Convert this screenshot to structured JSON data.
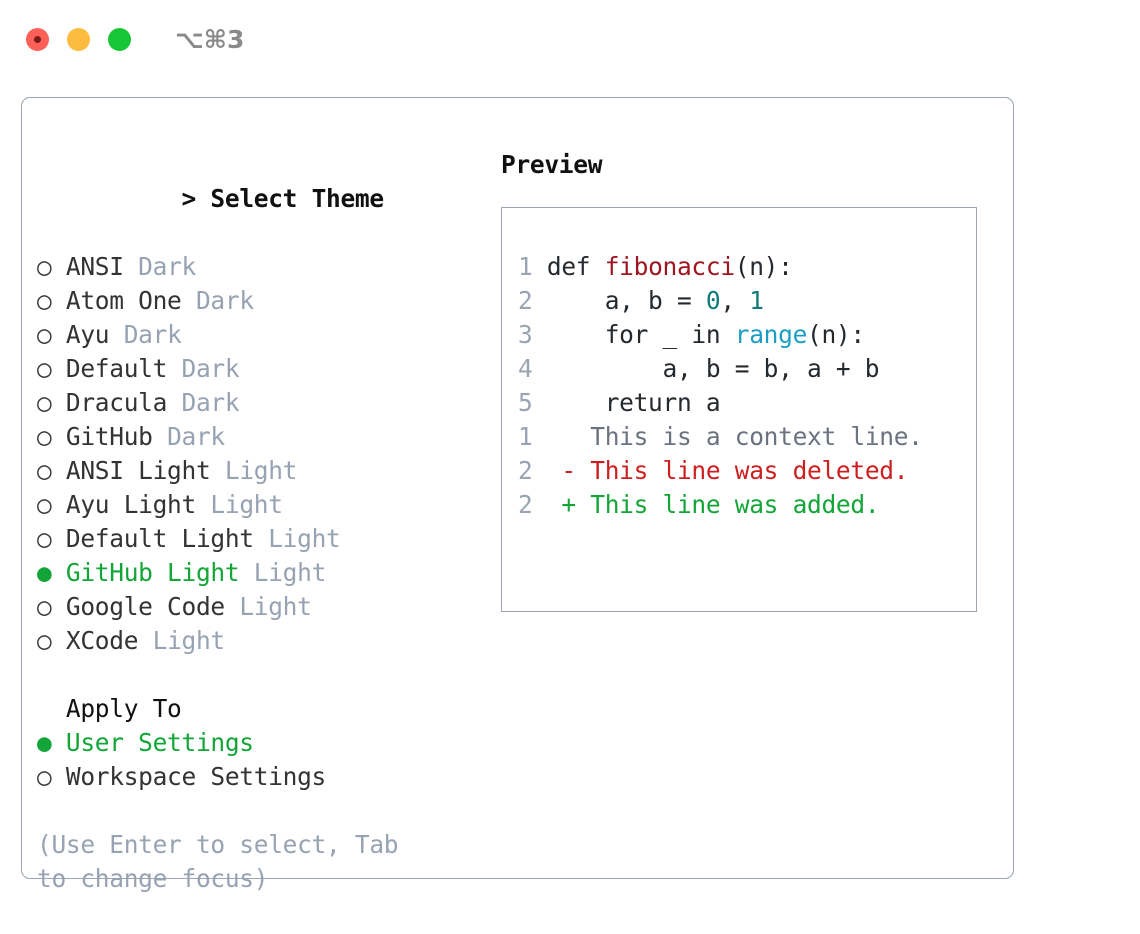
{
  "titlebar": {
    "shortcut": "⌥⌘3",
    "buttons": {
      "close": "close",
      "minimize": "minimize",
      "maximize": "maximize"
    }
  },
  "colors": {
    "accent_green": "#13a538",
    "muted": "#97a2b2",
    "border": "#9aa4b2",
    "code_func": "#9e1621",
    "code_num": "#0f7b7b",
    "code_builtin": "#1c9ec4",
    "diff_delete": "#cc1f1f",
    "diff_add": "#13a538"
  },
  "theme_list": {
    "header_prefix": "> ",
    "header": "Select Theme",
    "bullet_unselected": "○ ",
    "bullet_selected": "● ",
    "items": [
      {
        "name": "ANSI",
        "tag": "Dark",
        "selected": false
      },
      {
        "name": "Atom One",
        "tag": "Dark",
        "selected": false
      },
      {
        "name": "Ayu",
        "tag": "Dark",
        "selected": false
      },
      {
        "name": "Default",
        "tag": "Dark",
        "selected": false
      },
      {
        "name": "Dracula",
        "tag": "Dark",
        "selected": false
      },
      {
        "name": "GitHub",
        "tag": "Dark",
        "selected": false
      },
      {
        "name": "ANSI Light",
        "tag": "Light",
        "selected": false
      },
      {
        "name": "Ayu Light",
        "tag": "Light",
        "selected": false
      },
      {
        "name": "Default Light",
        "tag": "Light",
        "selected": false
      },
      {
        "name": "GitHub Light",
        "tag": "Light",
        "selected": true
      },
      {
        "name": "Google Code",
        "tag": "Light",
        "selected": false
      },
      {
        "name": "XCode",
        "tag": "Light",
        "selected": false
      }
    ]
  },
  "apply_to": {
    "header_indent": "  ",
    "header": "Apply To",
    "options": [
      {
        "label": "User Settings",
        "selected": true
      },
      {
        "label": "Workspace Settings",
        "selected": false
      }
    ]
  },
  "help": {
    "text": "(Use Enter to select, Tab to change focus)"
  },
  "preview": {
    "title": "Preview",
    "code_lines": [
      {
        "number": "1",
        "tokens": [
          {
            "text": " def ",
            "type": "plain"
          },
          {
            "text": "fibonacci",
            "type": "func"
          },
          {
            "text": "(n):",
            "type": "plain"
          }
        ]
      },
      {
        "number": "2",
        "tokens": [
          {
            "text": "     a, b = ",
            "type": "plain"
          },
          {
            "text": "0",
            "type": "num"
          },
          {
            "text": ", ",
            "type": "plain"
          },
          {
            "text": "1",
            "type": "num"
          }
        ]
      },
      {
        "number": "3",
        "tokens": [
          {
            "text": "     for _ in ",
            "type": "plain"
          },
          {
            "text": "range",
            "type": "builtin"
          },
          {
            "text": "(n):",
            "type": "plain"
          }
        ]
      },
      {
        "number": "4",
        "tokens": [
          {
            "text": "         a, b = b, a + b",
            "type": "plain"
          }
        ]
      },
      {
        "number": "5",
        "tokens": [
          {
            "text": "     return a",
            "type": "plain"
          }
        ]
      }
    ],
    "diff_lines": [
      {
        "number": "1",
        "marker": "  ",
        "text": "This is a context line.",
        "type": "context"
      },
      {
        "number": "2",
        "marker": "- ",
        "text": "This line was deleted.",
        "type": "delete"
      },
      {
        "number": "2",
        "marker": "+ ",
        "text": "This line was added.",
        "type": "add"
      }
    ]
  }
}
